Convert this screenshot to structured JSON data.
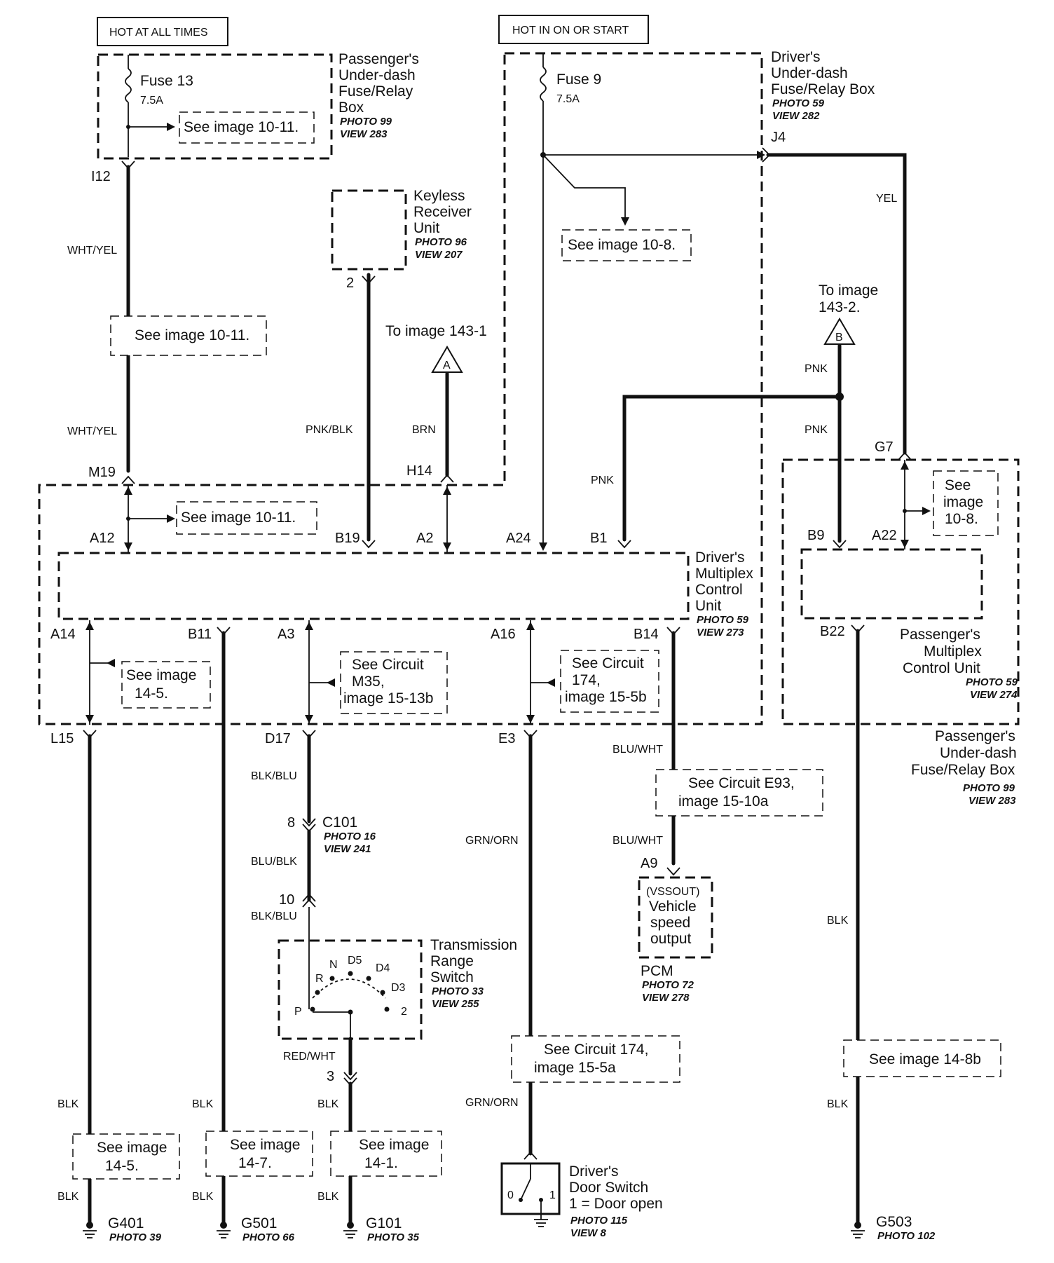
{
  "supply": {
    "hot_always": "HOT AT ALL TIMES",
    "hot_on_start": "HOT IN ON OR START"
  },
  "passenger_fuse_box_top": {
    "l1": "Passenger's",
    "l2": "Under-dash",
    "l3": "Fuse/Relay",
    "l4": "Box",
    "photo": "PHOTO 99",
    "view": "VIEW 283"
  },
  "fuse13": {
    "name": "Fuse 13",
    "rating": "7.5A"
  },
  "fuse9": {
    "name": "Fuse 9",
    "rating": "7.5A"
  },
  "driver_fuse_box": {
    "l1": "Driver's",
    "l2": "Under-dash",
    "l3": "Fuse/Relay Box",
    "photo": "PHOTO 59",
    "view": "VIEW 282"
  },
  "keyless": {
    "l1": "Keyless",
    "l2": "Receiver",
    "l3": "Unit",
    "photo": "PHOTO 96",
    "view": "VIEW 207",
    "pin": "2"
  },
  "driver_mcu": {
    "l1": "Driver's",
    "l2": "Multiplex",
    "l3": "Control",
    "l4": "Unit",
    "photo": "PHOTO 59",
    "view": "VIEW 273"
  },
  "passenger_mcu": {
    "l1": "Passenger's",
    "l2": "Multiplex",
    "l3": "Control Unit",
    "photo": "PHOTO 59",
    "view": "VIEW 274"
  },
  "passenger_fuse_box_bottom": {
    "l1": "Passenger's",
    "l2": "Under-dash",
    "l3": "Fuse/Relay Box",
    "photo": "PHOTO 99",
    "view": "VIEW 283"
  },
  "pins": {
    "I12": "I12",
    "M19": "M19",
    "A12": "A12",
    "H14": "H14",
    "A2": "A2",
    "B19": "B19",
    "A24": "A24",
    "B1": "B1",
    "J4": "J4",
    "G7": "G7",
    "B9": "B9",
    "A22": "A22",
    "A14": "A14",
    "B11": "B11",
    "A3": "A3",
    "A16": "A16",
    "B14": "B14",
    "B22": "B22",
    "L15": "L15",
    "D17": "D17",
    "E3": "E3",
    "A9": "A9",
    "c101_8": "8",
    "c101_10": "10",
    "trs_3": "3"
  },
  "wires": {
    "wht_yel_1": "WHT/YEL",
    "wht_yel_2": "WHT/YEL",
    "pnk_blk": "PNK/BLK",
    "brn": "BRN",
    "yel": "YEL",
    "pnk_1": "PNK",
    "pnk_2": "PNK",
    "pnk_3": "PNK",
    "blu_wht_1": "BLU/WHT",
    "blu_wht_2": "BLU/WHT",
    "blk_blu_1": "BLK/BLU",
    "blu_blk": "BLU/BLK",
    "blk_blu_2": "BLK/BLU",
    "red_wht": "RED/WHT",
    "grn_orn_1": "GRN/ORN",
    "grn_orn_2": "GRN/ORN",
    "blk_l1": "BLK",
    "blk_l2": "BLK",
    "blk_b1": "BLK",
    "blk_b2": "BLK",
    "blk_g1": "BLK",
    "blk_g2": "BLK",
    "blk_r1": "BLK",
    "blk_r2": "BLK"
  },
  "refs": {
    "r1": "See image 10-11.",
    "r2": "See image 10-11.",
    "r3": "See image 10-11.",
    "r4": "See image 10-8.",
    "r5_l1": "See",
    "r5_l2": "image",
    "r5_l3": "10-8.",
    "r6_l1": "See image",
    "r6_l2": "14-5.",
    "r7_l1": "See Circuit",
    "r7_l2": "M35,",
    "r7_l3": "image 15-13b",
    "r8_l1": "See Circuit",
    "r8_l2": "174,",
    "r8_l3": "image 15-5b",
    "r9_l1": "See Circuit E93,",
    "r9_l2": "image 15-10a",
    "r10_l1": "See Circuit 174,",
    "r10_l2": "image 15-5a",
    "r11": "See image 14-8b",
    "r12_l1": "See image",
    "r12_l2": "14-5.",
    "r13_l1": "See image",
    "r13_l2": "14-7.",
    "r14_l1": "See image",
    "r14_l2": "14-1."
  },
  "offpage": {
    "a_label": "To image 143-1",
    "a_letter": "A",
    "b_l1": "To image",
    "b_l2": "143-2.",
    "b_letter": "B"
  },
  "c101": {
    "name": "C101",
    "photo": "PHOTO 16",
    "view": "VIEW 241"
  },
  "trs": {
    "l1": "Transmission",
    "l2": "Range",
    "l3": "Switch",
    "photo": "PHOTO 33",
    "view": "VIEW 255",
    "positions": {
      "p": "P",
      "r": "R",
      "n": "N",
      "d5": "D5",
      "d4": "D4",
      "d3": "D3",
      "two": "2"
    }
  },
  "pcm": {
    "l1": "(VSSOUT)",
    "l2": "Vehicle",
    "l3": "speed",
    "l4": "output",
    "name": "PCM",
    "photo": "PHOTO 72",
    "view": "VIEW 278"
  },
  "door_switch": {
    "l1": "Driver's",
    "l2": "Door Switch",
    "l3": "1 = Door open",
    "photo": "PHOTO 115",
    "view": "VIEW 8",
    "pos0": "0",
    "pos1": "1"
  },
  "grounds": {
    "g401": "G401",
    "g401_photo": "PHOTO 39",
    "g501": "G501",
    "g501_photo": "PHOTO 66",
    "g101": "G101",
    "g101_photo": "PHOTO 35",
    "g503": "G503",
    "g503_photo": "PHOTO 102"
  }
}
